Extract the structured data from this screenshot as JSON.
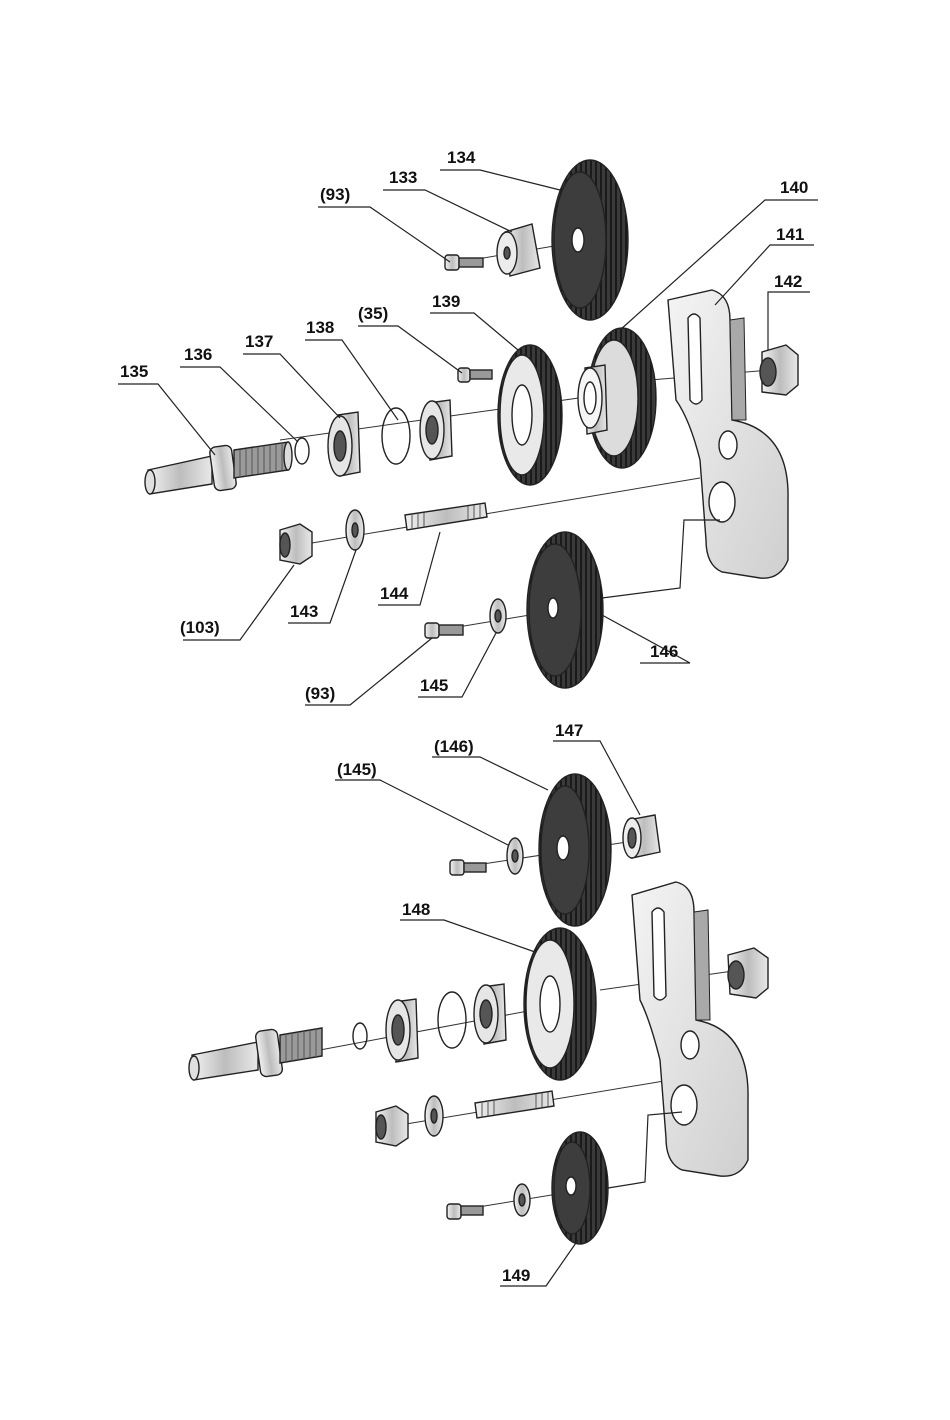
{
  "top_labels": {
    "p134": "134",
    "p133": "133",
    "p93a": "(93)",
    "p140": "140",
    "p141": "141",
    "p142": "142",
    "p139": "139",
    "p35": "(35)",
    "p138": "138",
    "p137": "137",
    "p136": "136",
    "p135": "135",
    "p103": "(103)",
    "p143": "143",
    "p144": "144",
    "p146": "146",
    "p93b": "(93)",
    "p145": "145"
  },
  "bottom_labels": {
    "p146b": "(146)",
    "p147": "147",
    "p145b": "(145)",
    "p148": "148",
    "p149": "149"
  }
}
